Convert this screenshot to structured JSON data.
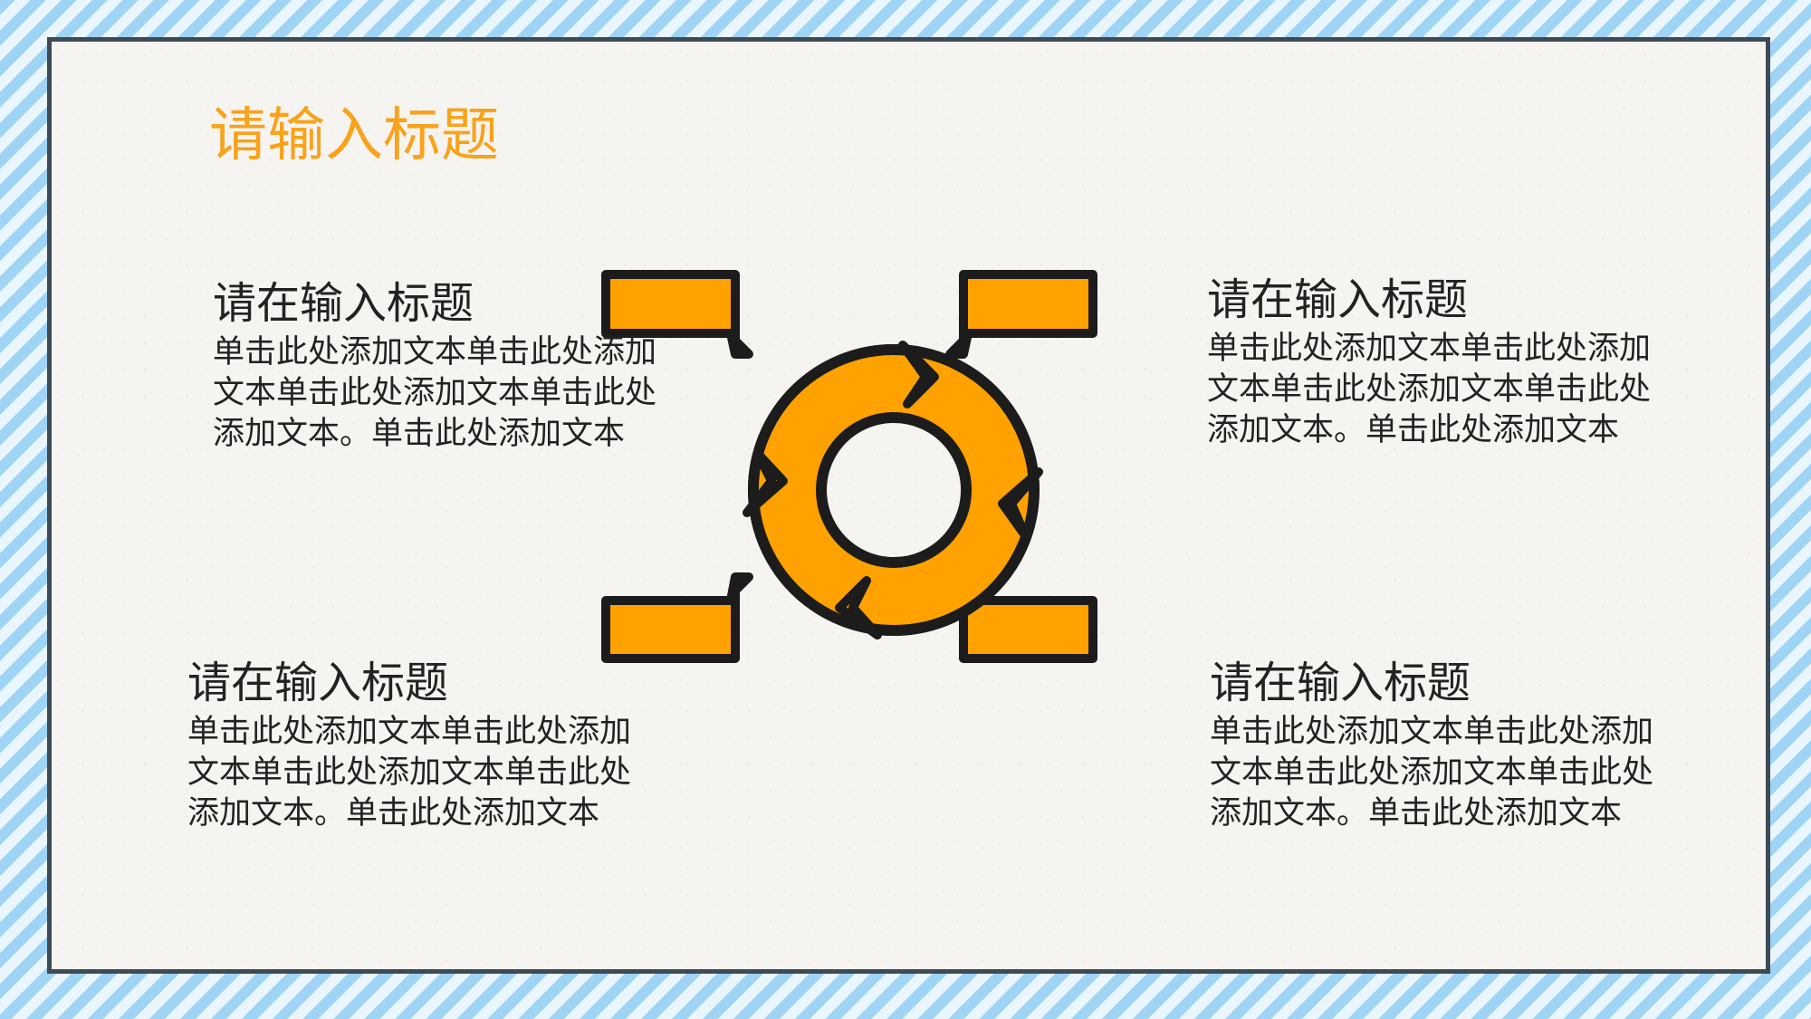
{
  "slide": {
    "title": "请输入标题",
    "accent_color": "#f9a21b",
    "blocks": [
      {
        "title": "请在输入标题",
        "body": "单击此处添加文本单击此处添加文本单击此处添加文本单击此处添加文本。单击此处添加文本"
      },
      {
        "title": "请在输入标题",
        "body": "单击此处添加文本单击此处添加文本单击此处添加文本单击此处添加文本。单击此处添加文本"
      },
      {
        "title": "请在输入标题",
        "body": "单击此处添加文本单击此处添加文本单击此处添加文本单击此处添加文本。单击此处添加文本"
      },
      {
        "title": "请在输入标题",
        "body": "单击此处添加文本单击此处添加文本单击此处添加文本单击此处添加文本。单击此处添加文本"
      }
    ]
  },
  "diagram": {
    "icon": "circular-arrows-cycle-icon",
    "fill_color": "#ffa200",
    "outline_color": "#1c1c1c"
  }
}
